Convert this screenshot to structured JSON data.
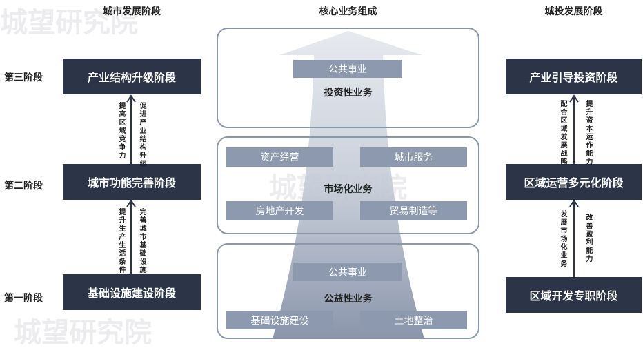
{
  "watermark": "城望研究院",
  "headers": {
    "left": "城市发展阶段",
    "center": "核心业务组成",
    "right": "城投发展阶段"
  },
  "stages": [
    "第三阶段",
    "第二阶段",
    "第一阶段"
  ],
  "left": {
    "boxes": [
      "产业结构升级阶段",
      "城市功能完善阶段",
      "基础设施建设阶段"
    ],
    "upper": {
      "a": "提高区域竞争力",
      "b": "促进产业结构升级"
    },
    "lower": {
      "a": "提升生产生活条件",
      "b": "完善城市基础设施"
    }
  },
  "right": {
    "boxes": [
      "产业引导投资阶段",
      "区域运营多元化阶段",
      "区域开发专职阶段"
    ],
    "upper": {
      "a": "配合区域发展战略",
      "b": "提升资本运作能力"
    },
    "lower": {
      "a": "发展市场化业务",
      "b": "改善盈利能力"
    }
  },
  "center": {
    "top": {
      "label": "投资性业务",
      "chips": [
        "公共事业"
      ]
    },
    "middle": {
      "label": "市场化业务",
      "chips": [
        "资产经营",
        "城市服务",
        "房地产开发",
        "贸易制造等"
      ]
    },
    "bottom": {
      "label": "公益性业务",
      "chips": [
        "公共事业",
        "基础设施建设",
        "土地整治"
      ]
    }
  }
}
